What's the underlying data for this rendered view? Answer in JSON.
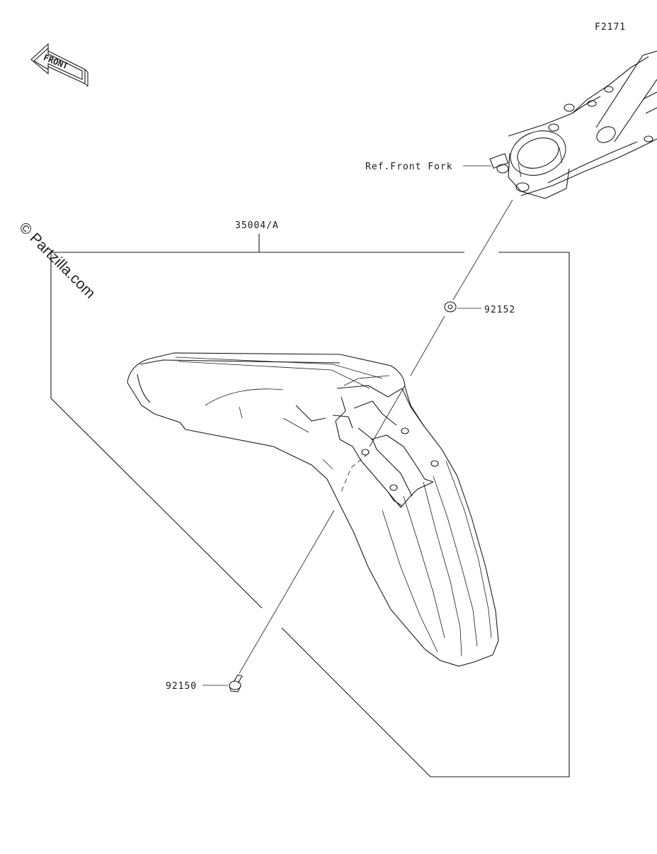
{
  "figure_code": "F2171",
  "watermark": "© Partzilla.com",
  "front_arrow_label": "FRONT",
  "callouts": {
    "reference": "Ref.Front Fork",
    "assembly": "35004/A",
    "washer": "92152",
    "bolt": "92150"
  },
  "icons": {
    "front_direction": "front-arrow-icon",
    "fork": "front-fork-icon",
    "fender": "front-fender-icon",
    "washer": "washer-icon",
    "bolt": "bolt-icon"
  }
}
